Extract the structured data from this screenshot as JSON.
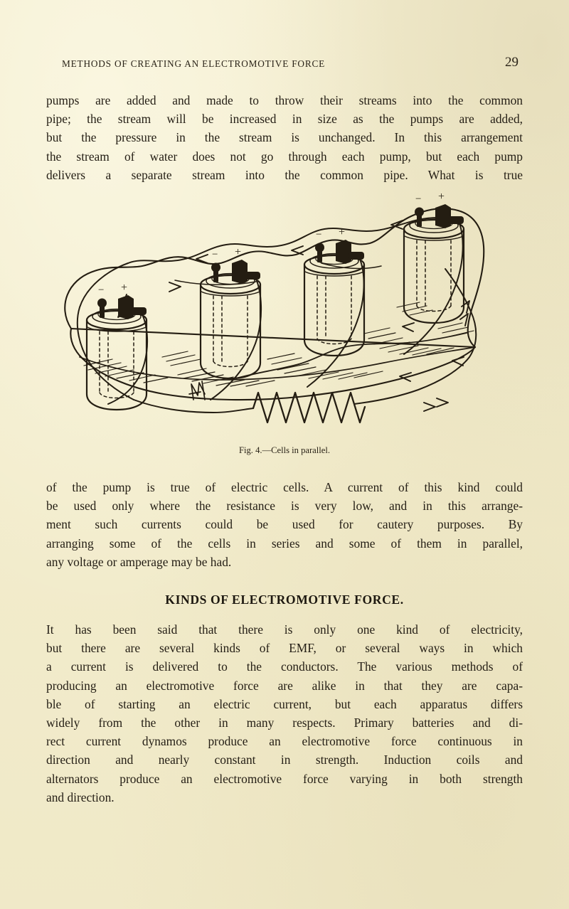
{
  "page": {
    "running_head": "METHODS OF CREATING AN ELECTROMOTIVE FORCE",
    "page_number": "29",
    "paper_color": "#f3edcd",
    "ink_color": "#241d12"
  },
  "paragraphs": {
    "intro": [
      "pumps are added and made to throw their streams into the common",
      "pipe; the stream will be increased in size as the pumps are added,",
      "but the pressure in the stream is unchanged.  In this arrangement",
      "the stream of water does not go through each pump, but each pump",
      "delivers a separate stream into the common pipe.  What is true"
    ],
    "pump": [
      "of the pump is true of electric cells.  A current of this kind could",
      "be used only where the resistance is very low, and in this arrange-",
      "ment such currents could be used for cautery purposes.  By",
      "arranging some of the cells in series and some of them in parallel,",
      "any voltage or amperage may be had."
    ],
    "kinds": [
      "It has been said that there is only one kind of electricity,",
      "but there are several kinds of EMF, or several ways in which",
      "a current is delivered to the conductors.  The various methods of",
      "producing an electromotive force are alike in that they are capa-",
      "ble of starting an electric current, but each apparatus differs",
      "widely from the other in many respects.  Primary batteries and di-",
      "rect current dynamos produce an electromotive force continuous in",
      "direction and nearly constant in strength.  Induction coils and",
      "alternators produce an electromotive force varying in both strength",
      "and direction."
    ]
  },
  "section_heading": "KINDS OF ELECTROMOTIVE FORCE.",
  "figure": {
    "caption": "Fig. 4.—Cells in parallel.",
    "number": "Fig. 4.",
    "title": "Cells in parallel.",
    "cell_count": 4,
    "terminal_negative": "−",
    "terminal_positive": "+",
    "cells": [
      {
        "label_minus": "−",
        "label_plus": "+"
      },
      {
        "label_minus": "−",
        "label_plus": "+"
      },
      {
        "label_minus": "−",
        "label_plus": "+"
      },
      {
        "label_minus": "−",
        "label_plus": "+"
      }
    ],
    "artist_monogram": "M"
  }
}
